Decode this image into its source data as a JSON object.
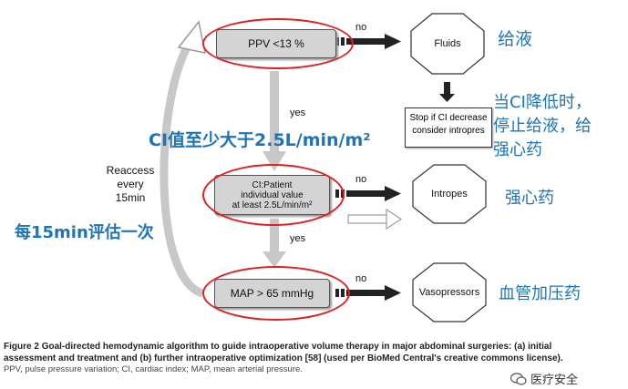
{
  "diagram": {
    "boxes": {
      "ppv": "PPV <13 %",
      "ci": [
        "CI:Patient",
        "individual value",
        "at least 2.5L/min/m²"
      ],
      "map": "MAP > 65 mmHg"
    },
    "octagons": {
      "fluids": "Fluids",
      "intropes": "Intropes",
      "vasopressors": "Vasopressors"
    },
    "stop_box": [
      "Stop if CI decrease",
      "consider intropres"
    ],
    "labels": {
      "no": "no",
      "yes": "yes",
      "reaccess": [
        "Reaccess",
        "every",
        "15min"
      ]
    }
  },
  "annotations": {
    "fluids_cn": "给液",
    "stop_cn": [
      "当CI降低时，",
      "停止给液，给",
      "强心药"
    ],
    "intropes_cn": "强心药",
    "vaso_cn": "血管加压药",
    "ci_cn": "CI值至少大于2.5L/min/m²",
    "reassess_cn": "每15min评估一次"
  },
  "caption": {
    "figure_label": "Figure 2",
    "text": "Goal-directed hemodynamic algorithm to guide intraoperative volume therapy in major abdominal surgeries: (a) initial assessment and treatment and (b) further intraoperative optimization [58] (used per BioMed Central's creative commons license).",
    "abbreviations": "PPV, pulse pressure variation; CI, cardiac index; MAP, mean arterial pressure."
  },
  "watermark": "医疗安全",
  "colors": {
    "annotation_blue": "#1f74b8",
    "highlight_red": "#e02020",
    "box_gray": "#d4d4d4"
  }
}
